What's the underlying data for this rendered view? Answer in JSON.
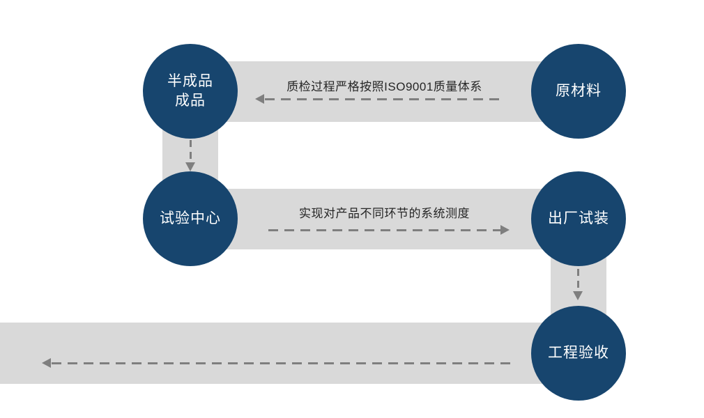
{
  "colors": {
    "circle": "#17456e",
    "band": "#d9d9d9",
    "arrow": "#7f7f7f",
    "band_text": "#262626",
    "circle_text": "#ffffff"
  },
  "nodes": {
    "semi_finished": {
      "label": "半成品\n成品"
    },
    "raw_material": {
      "label": "原材料"
    },
    "test_center": {
      "label": "试验中心"
    },
    "factory_trial": {
      "label": "出厂试装"
    },
    "acceptance": {
      "label": "工程验收"
    }
  },
  "edges": {
    "iso": {
      "label": "质检过程严格按照ISO9001质量体系",
      "direction": "left"
    },
    "measure": {
      "label": "实现对产品不同环节的系统测度",
      "direction": "right"
    },
    "semi_to_test": {
      "direction": "down"
    },
    "trial_to_acceptance": {
      "direction": "down"
    },
    "acceptance_out": {
      "direction": "left"
    }
  }
}
